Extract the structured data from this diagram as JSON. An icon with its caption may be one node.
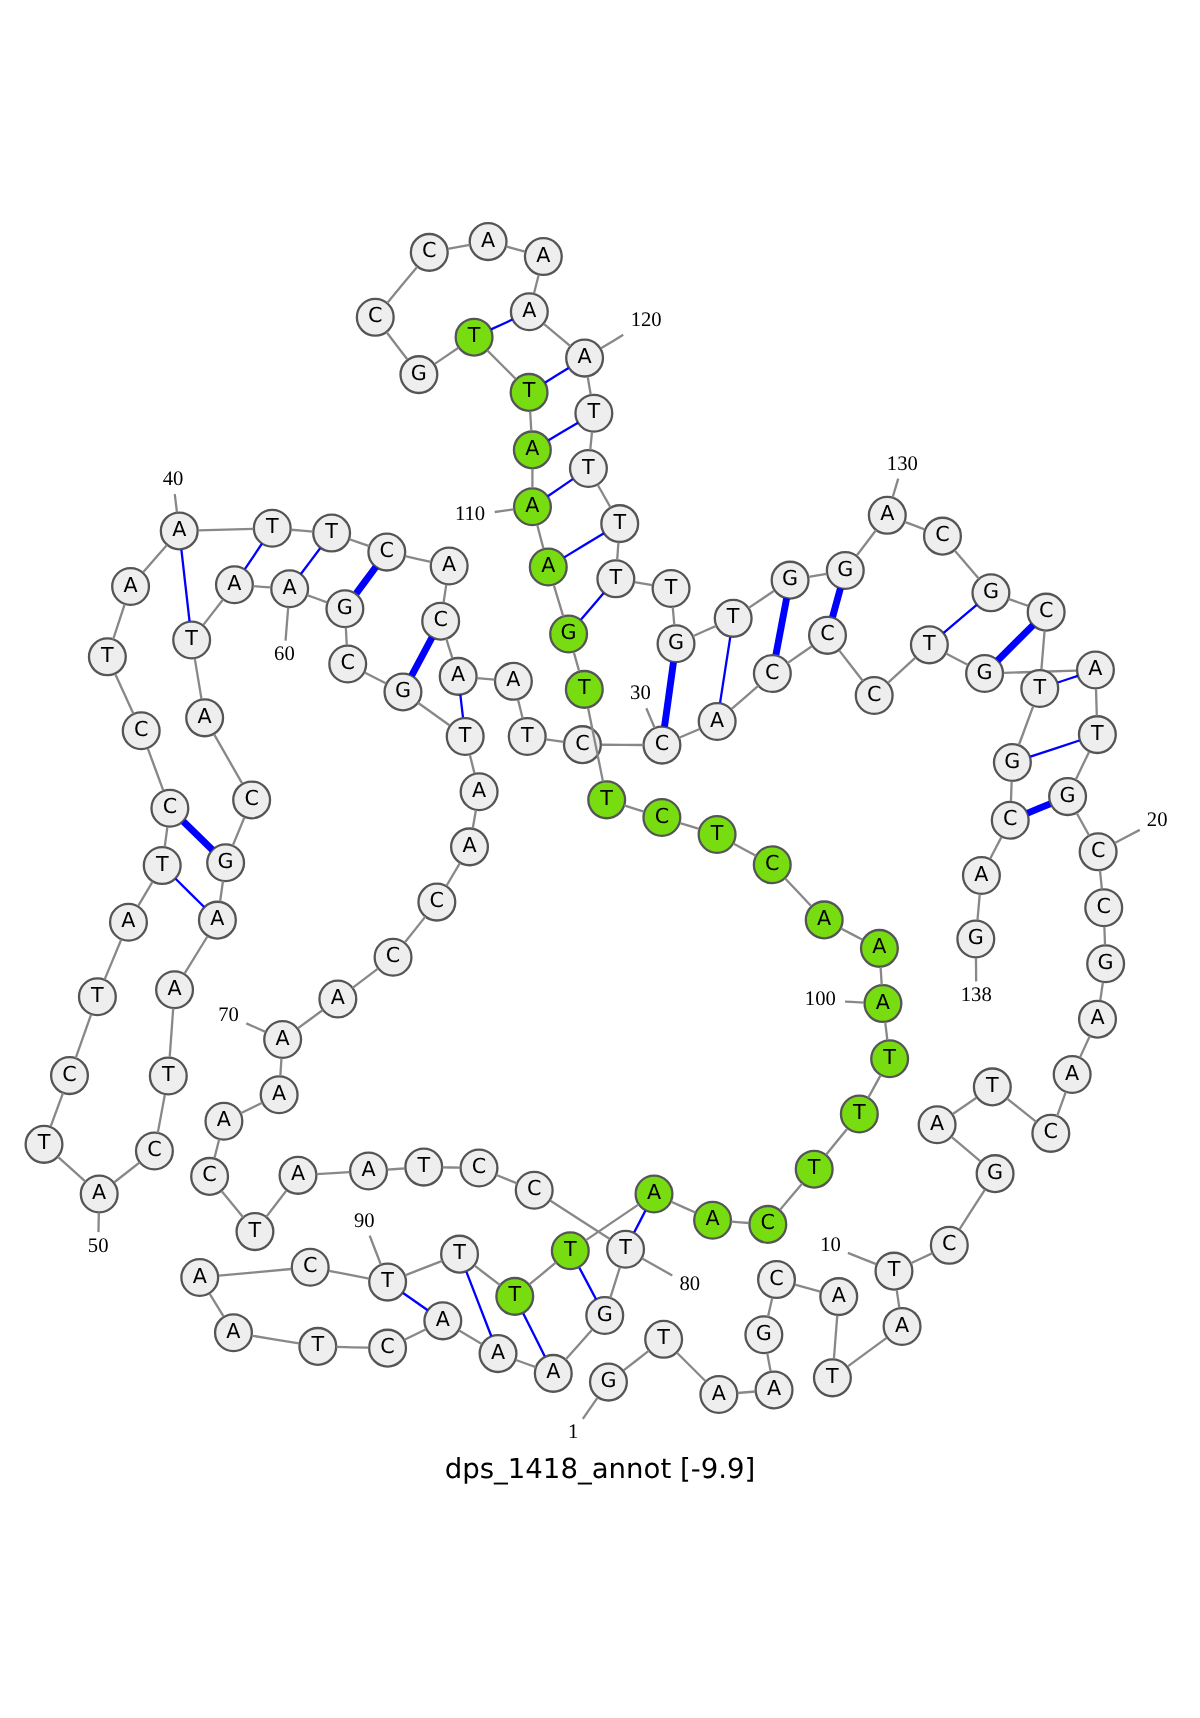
{
  "diagram": {
    "caption": "dps_1418_annot [-9.9]",
    "nodes": [
      {
        "text": [
          "G"
        ]
      },
      {
        "text": [
          "T"
        ]
      },
      {
        "text": [
          "A"
        ]
      },
      {
        "text": [
          "A"
        ]
      },
      {
        "text": [
          "G"
        ]
      },
      {
        "text": [
          "C"
        ]
      },
      {
        "text": [
          "A"
        ]
      },
      {
        "text": [
          "T"
        ]
      },
      {
        "text": [
          "A"
        ]
      },
      {
        "text": [
          "T"
        ]
      },
      {
        "text": [
          "C"
        ]
      },
      {
        "text": [
          "G"
        ]
      },
      {
        "text": [
          "A"
        ]
      },
      {
        "text": [
          "T"
        ]
      },
      {
        "text": [
          "C"
        ]
      },
      {
        "text": [
          "A"
        ]
      },
      {
        "text": [
          "A"
        ]
      },
      {
        "text": [
          "G"
        ]
      },
      {
        "text": [
          "C"
        ]
      },
      {
        "text": [
          "C"
        ]
      },
      {
        "text": [
          "G"
        ]
      },
      {
        "text": [
          "T"
        ]
      },
      {
        "text": [
          "A"
        ]
      },
      {
        "text": [
          "G"
        ]
      },
      {
        "text": [
          "T"
        ]
      },
      {
        "text": [
          "C"
        ]
      },
      {
        "text": [
          "C"
        ]
      },
      {
        "text": [
          "C"
        ]
      },
      {
        "text": [
          "A"
        ]
      },
      {
        "text": [
          "C"
        ]
      },
      {
        "text": [
          "C"
        ]
      },
      {
        "text": [
          "T"
        ]
      },
      {
        "text": [
          "A"
        ]
      },
      {
        "text": [
          "A"
        ]
      },
      {
        "text": [
          "C"
        ]
      },
      {
        "text": [
          "A"
        ]
      },
      {
        "text": [
          "C"
        ]
      },
      {
        "text": [
          "T"
        ]
      },
      {
        "text": [
          "T"
        ]
      },
      {
        "text": [
          "A"
        ]
      },
      {
        "text": [
          "A"
        ]
      },
      {
        "text": [
          "T"
        ]
      },
      {
        "text": [
          "C"
        ]
      },
      {
        "text": [
          "C"
        ]
      },
      {
        "text": [
          "T"
        ]
      },
      {
        "text": [
          "A"
        ]
      },
      {
        "text": [
          "T"
        ]
      },
      {
        "text": [
          "C"
        ]
      },
      {
        "text": [
          "T"
        ]
      },
      {
        "text": [
          "A"
        ]
      },
      {
        "text": [
          "C"
        ]
      },
      {
        "text": [
          "T"
        ]
      },
      {
        "text": [
          "A"
        ]
      },
      {
        "text": [
          "A"
        ]
      },
      {
        "text": [
          "G"
        ]
      },
      {
        "text": [
          "C"
        ]
      },
      {
        "text": [
          "A"
        ]
      },
      {
        "text": [
          "T"
        ]
      },
      {
        "text": [
          "A"
        ]
      },
      {
        "text": [
          "A"
        ]
      },
      {
        "text": [
          "G"
        ]
      },
      {
        "text": [
          "C"
        ]
      },
      {
        "text": [
          "G"
        ]
      },
      {
        "text": [
          "T"
        ]
      },
      {
        "text": [
          "A"
        ]
      },
      {
        "text": [
          "A"
        ]
      },
      {
        "text": [
          "C"
        ]
      },
      {
        "text": [
          "C"
        ]
      },
      {
        "text": [
          "A"
        ]
      },
      {
        "text": [
          "A"
        ]
      },
      {
        "text": [
          "A"
        ]
      },
      {
        "text": [
          "A"
        ]
      },
      {
        "text": [
          "C"
        ]
      },
      {
        "text": [
          "T"
        ]
      },
      {
        "text": [
          "A"
        ]
      },
      {
        "text": [
          "A"
        ]
      },
      {
        "text": [
          "T"
        ]
      },
      {
        "text": [
          "C"
        ]
      },
      {
        "text": [
          "C"
        ]
      },
      {
        "text": [
          "T"
        ]
      },
      {
        "text": [
          "G"
        ]
      },
      {
        "text": [
          "A"
        ]
      },
      {
        "text": [
          "A"
        ]
      },
      {
        "text": [
          "A"
        ]
      },
      {
        "text": [
          "C"
        ]
      },
      {
        "text": [
          "T"
        ]
      },
      {
        "text": [
          "A"
        ]
      },
      {
        "text": [
          "A"
        ]
      },
      {
        "text": [
          "C"
        ]
      },
      {
        "text": [
          "T"
        ]
      },
      {
        "text": [
          "T"
        ]
      },
      {
        "text": [
          "T"
        ]
      },
      {
        "text": [
          "T"
        ]
      },
      {
        "text": [
          "A"
        ]
      },
      {
        "text": [
          "A"
        ]
      },
      {
        "text": [
          "C"
        ]
      },
      {
        "text": [
          "T"
        ]
      },
      {
        "text": [
          "T"
        ]
      },
      {
        "text": [
          "T"
        ]
      },
      {
        "text": [
          "A"
        ]
      },
      {
        "text": [
          "A"
        ]
      },
      {
        "text": [
          "A"
        ]
      },
      {
        "text": [
          "C"
        ]
      },
      {
        "text": [
          "T"
        ]
      },
      {
        "text": [
          "C"
        ]
      },
      {
        "text": [
          "T"
        ]
      },
      {
        "text": [
          "T"
        ]
      },
      {
        "text": [
          "G"
        ]
      },
      {
        "text": [
          "A"
        ]
      },
      {
        "text": [
          "A"
        ]
      },
      {
        "text": [
          "A"
        ]
      },
      {
        "text": [
          "T"
        ]
      },
      {
        "text": [
          "T"
        ]
      },
      {
        "text": [
          "G"
        ]
      },
      {
        "text": [
          "C"
        ]
      },
      {
        "text": [
          "C"
        ]
      },
      {
        "text": [
          "A"
        ]
      },
      {
        "text": [
          "A"
        ]
      },
      {
        "text": [
          "A"
        ]
      },
      {
        "text": [
          "A"
        ]
      },
      {
        "text": [
          "T"
        ]
      },
      {
        "text": [
          "T"
        ]
      },
      {
        "text": [
          "T"
        ]
      },
      {
        "text": [
          "T"
        ]
      },
      {
        "text": [
          "T"
        ]
      },
      {
        "text": [
          "G"
        ]
      },
      {
        "text": [
          "T"
        ]
      },
      {
        "text": [
          "G"
        ]
      },
      {
        "text": [
          "G"
        ]
      },
      {
        "text": [
          "A"
        ]
      },
      {
        "text": [
          "C"
        ]
      },
      {
        "text": [
          "G"
        ]
      },
      {
        "text": [
          "C"
        ]
      },
      {
        "text": [
          "T"
        ]
      },
      {
        "text": [
          "G"
        ]
      },
      {
        "text": [
          "C"
        ]
      },
      {
        "text": [
          "A"
        ]
      },
      {
        "text": [
          "G"
        ]
      },
      {
        "text": [
          "1"
        ]
      },
      {
        "text": [
          "10"
        ]
      },
      {
        "text": [
          "20"
        ]
      },
      {
        "text": [
          "30"
        ]
      },
      {
        "text": [
          "40"
        ]
      },
      {
        "text": [
          "50"
        ]
      },
      {
        "text": [
          "60"
        ]
      },
      {
        "text": [
          "70"
        ]
      },
      {
        "text": [
          "80"
        ]
      },
      {
        "text": [
          "90"
        ]
      },
      {
        "text": [
          "100"
        ]
      },
      {
        "text": [
          "110"
        ]
      },
      {
        "text": [
          "120"
        ]
      },
      {
        "text": [
          "130"
        ]
      },
      {
        "text": [
          "138"
        ]
      }
    ],
    "edges": [
      {
        "from": 0,
        "to": 1,
        "arrow": "none"
      },
      {
        "from": 1,
        "to": 2,
        "arrow": "none"
      },
      {
        "from": 2,
        "to": 3,
        "arrow": "none"
      },
      {
        "from": 3,
        "to": 4,
        "arrow": "none"
      },
      {
        "from": 4,
        "to": 5,
        "arrow": "none"
      },
      {
        "from": 5,
        "to": 6,
        "arrow": "none"
      },
      {
        "from": 6,
        "to": 7,
        "arrow": "none"
      },
      {
        "from": 7,
        "to": 8,
        "arrow": "none"
      },
      {
        "from": 8,
        "to": 9,
        "arrow": "none"
      },
      {
        "from": 9,
        "to": 10,
        "arrow": "none"
      },
      {
        "from": 10,
        "to": 11,
        "arrow": "none"
      },
      {
        "from": 11,
        "to": 12,
        "arrow": "none"
      },
      {
        "from": 12,
        "to": 13,
        "arrow": "none"
      },
      {
        "from": 13,
        "to": 14,
        "arrow": "none"
      },
      {
        "from": 14,
        "to": 15,
        "arrow": "none"
      },
      {
        "from": 15,
        "to": 16,
        "arrow": "none"
      },
      {
        "from": 16,
        "to": 17,
        "arrow": "none"
      },
      {
        "from": 17,
        "to": 18,
        "arrow": "none"
      },
      {
        "from": 18,
        "to": 19,
        "arrow": "none"
      },
      {
        "from": 19,
        "to": 20,
        "arrow": "none"
      },
      {
        "from": 20,
        "to": 21,
        "arrow": "none"
      },
      {
        "from": 21,
        "to": 22,
        "arrow": "none"
      },
      {
        "from": 22,
        "to": 23,
        "arrow": "none"
      },
      {
        "from": 23,
        "to": 24,
        "arrow": "none"
      },
      {
        "from": 24,
        "to": 25,
        "arrow": "none"
      },
      {
        "from": 25,
        "to": 26,
        "arrow": "none"
      },
      {
        "from": 26,
        "to": 27,
        "arrow": "none"
      },
      {
        "from": 27,
        "to": 28,
        "arrow": "none"
      },
      {
        "from": 28,
        "to": 29,
        "arrow": "none"
      },
      {
        "from": 29,
        "to": 30,
        "arrow": "none"
      },
      {
        "from": 30,
        "to": 31,
        "arrow": "none"
      },
      {
        "from": 31,
        "to": 32,
        "arrow": "none"
      },
      {
        "from": 32,
        "to": 33,
        "arrow": "none"
      },
      {
        "from": 33,
        "to": 34,
        "arrow": "none"
      },
      {
        "from": 34,
        "to": 35,
        "arrow": "none"
      },
      {
        "from": 35,
        "to": 36,
        "arrow": "none"
      },
      {
        "from": 36,
        "to": 37,
        "arrow": "none"
      },
      {
        "from": 37,
        "to": 38,
        "arrow": "none"
      },
      {
        "from": 38,
        "to": 39,
        "arrow": "none"
      },
      {
        "from": 39,
        "to": 40,
        "arrow": "none"
      },
      {
        "from": 40,
        "to": 41,
        "arrow": "none"
      },
      {
        "from": 41,
        "to": 42,
        "arrow": "none"
      },
      {
        "from": 42,
        "to": 43,
        "arrow": "none"
      },
      {
        "from": 43,
        "to": 44,
        "arrow": "none"
      },
      {
        "from": 44,
        "to": 45,
        "arrow": "none"
      },
      {
        "from": 45,
        "to": 46,
        "arrow": "none"
      },
      {
        "from": 46,
        "to": 47,
        "arrow": "none"
      },
      {
        "from": 47,
        "to": 48,
        "arrow": "none"
      },
      {
        "from": 48,
        "to": 49,
        "arrow": "none"
      },
      {
        "from": 49,
        "to": 50,
        "arrow": "none"
      },
      {
        "from": 50,
        "to": 51,
        "arrow": "none"
      },
      {
        "from": 51,
        "to": 52,
        "arrow": "none"
      },
      {
        "from": 52,
        "to": 53,
        "arrow": "none"
      },
      {
        "from": 53,
        "to": 54,
        "arrow": "none"
      },
      {
        "from": 54,
        "to": 55,
        "arrow": "none"
      },
      {
        "from": 55,
        "to": 56,
        "arrow": "none"
      },
      {
        "from": 56,
        "to": 57,
        "arrow": "none"
      },
      {
        "from": 57,
        "to": 58,
        "arrow": "none"
      },
      {
        "from": 58,
        "to": 59,
        "arrow": "none"
      },
      {
        "from": 59,
        "to": 60,
        "arrow": "none"
      },
      {
        "from": 60,
        "to": 61,
        "arrow": "none"
      },
      {
        "from": 61,
        "to": 62,
        "arrow": "none"
      },
      {
        "from": 62,
        "to": 63,
        "arrow": "none"
      },
      {
        "from": 63,
        "to": 64,
        "arrow": "none"
      },
      {
        "from": 64,
        "to": 65,
        "arrow": "none"
      },
      {
        "from": 65,
        "to": 66,
        "arrow": "none"
      },
      {
        "from": 66,
        "to": 67,
        "arrow": "none"
      },
      {
        "from": 67,
        "to": 68,
        "arrow": "none"
      },
      {
        "from": 68,
        "to": 69,
        "arrow": "none"
      },
      {
        "from": 69,
        "to": 70,
        "arrow": "none"
      },
      {
        "from": 70,
        "to": 71,
        "arrow": "none"
      },
      {
        "from": 71,
        "to": 72,
        "arrow": "none"
      },
      {
        "from": 72,
        "to": 73,
        "arrow": "none"
      },
      {
        "from": 73,
        "to": 74,
        "arrow": "none"
      },
      {
        "from": 74,
        "to": 75,
        "arrow": "none"
      },
      {
        "from": 75,
        "to": 76,
        "arrow": "none"
      },
      {
        "from": 76,
        "to": 77,
        "arrow": "none"
      },
      {
        "from": 77,
        "to": 78,
        "arrow": "none"
      },
      {
        "from": 78,
        "to": 79,
        "arrow": "none"
      },
      {
        "from": 79,
        "to": 80,
        "arrow": "none"
      },
      {
        "from": 80,
        "to": 81,
        "arrow": "none"
      },
      {
        "from": 81,
        "to": 82,
        "arrow": "none"
      },
      {
        "from": 82,
        "to": 83,
        "arrow": "none"
      },
      {
        "from": 83,
        "to": 84,
        "arrow": "none"
      },
      {
        "from": 84,
        "to": 85,
        "arrow": "none"
      },
      {
        "from": 85,
        "to": 86,
        "arrow": "none"
      },
      {
        "from": 86,
        "to": 87,
        "arrow": "none"
      },
      {
        "from": 87,
        "to": 88,
        "arrow": "none"
      },
      {
        "from": 88,
        "to": 89,
        "arrow": "none"
      },
      {
        "from": 89,
        "to": 90,
        "arrow": "none"
      },
      {
        "from": 90,
        "to": 91,
        "arrow": "none"
      },
      {
        "from": 91,
        "to": 92,
        "arrow": "none"
      },
      {
        "from": 92,
        "to": 93,
        "arrow": "none"
      },
      {
        "from": 93,
        "to": 94,
        "arrow": "none"
      },
      {
        "from": 94,
        "to": 95,
        "arrow": "none"
      },
      {
        "from": 95,
        "to": 96,
        "arrow": "none"
      },
      {
        "from": 96,
        "to": 97,
        "arrow": "none"
      },
      {
        "from": 97,
        "to": 98,
        "arrow": "none"
      },
      {
        "from": 98,
        "to": 99,
        "arrow": "none"
      },
      {
        "from": 99,
        "to": 100,
        "arrow": "none"
      },
      {
        "from": 100,
        "to": 101,
        "arrow": "none"
      },
      {
        "from": 101,
        "to": 102,
        "arrow": "none"
      },
      {
        "from": 102,
        "to": 103,
        "arrow": "none"
      },
      {
        "from": 103,
        "to": 104,
        "arrow": "none"
      },
      {
        "from": 104,
        "to": 105,
        "arrow": "none"
      },
      {
        "from": 105,
        "to": 106,
        "arrow": "none"
      },
      {
        "from": 106,
        "to": 107,
        "arrow": "none"
      },
      {
        "from": 107,
        "to": 108,
        "arrow": "none"
      },
      {
        "from": 108,
        "to": 109,
        "arrow": "none"
      },
      {
        "from": 109,
        "to": 110,
        "arrow": "none"
      },
      {
        "from": 110,
        "to": 111,
        "arrow": "none"
      },
      {
        "from": 111,
        "to": 112,
        "arrow": "none"
      },
      {
        "from": 112,
        "to": 113,
        "arrow": "none"
      },
      {
        "from": 113,
        "to": 114,
        "arrow": "none"
      },
      {
        "from": 114,
        "to": 115,
        "arrow": "none"
      },
      {
        "from": 115,
        "to": 116,
        "arrow": "none"
      },
      {
        "from": 116,
        "to": 117,
        "arrow": "none"
      },
      {
        "from": 117,
        "to": 118,
        "arrow": "none"
      },
      {
        "from": 118,
        "to": 119,
        "arrow": "none"
      },
      {
        "from": 119,
        "to": 120,
        "arrow": "none"
      },
      {
        "from": 120,
        "to": 121,
        "arrow": "none"
      },
      {
        "from": 121,
        "to": 122,
        "arrow": "none"
      },
      {
        "from": 122,
        "to": 123,
        "arrow": "none"
      },
      {
        "from": 123,
        "to": 124,
        "arrow": "none"
      },
      {
        "from": 124,
        "to": 125,
        "arrow": "none"
      },
      {
        "from": 125,
        "to": 126,
        "arrow": "none"
      },
      {
        "from": 126,
        "to": 127,
        "arrow": "none"
      },
      {
        "from": 127,
        "to": 128,
        "arrow": "none"
      },
      {
        "from": 128,
        "to": 129,
        "arrow": "none"
      },
      {
        "from": 129,
        "to": 130,
        "arrow": "none"
      },
      {
        "from": 130,
        "to": 131,
        "arrow": "none"
      },
      {
        "from": 131,
        "to": 132,
        "arrow": "none"
      },
      {
        "from": 132,
        "to": 133,
        "arrow": "none"
      },
      {
        "from": 133,
        "to": 134,
        "arrow": "none"
      },
      {
        "from": 134,
        "to": 135,
        "arrow": "none"
      },
      {
        "from": 135,
        "to": 136,
        "arrow": "none"
      },
      {
        "from": 136,
        "to": 137,
        "arrow": "none"
      },
      {
        "from": 20,
        "to": 135,
        "arrow": "none",
        "style": "thick",
        "color": "#0000ff"
      },
      {
        "from": 21,
        "to": 134,
        "arrow": "none",
        "color": "#0000ff"
      },
      {
        "from": 22,
        "to": 133,
        "arrow": "none",
        "color": "#0000ff"
      },
      {
        "from": 23,
        "to": 132,
        "arrow": "none",
        "style": "thick",
        "color": "#0000ff"
      },
      {
        "from": 24,
        "to": 131,
        "arrow": "none",
        "color": "#0000ff"
      },
      {
        "from": 26,
        "to": 128,
        "arrow": "none",
        "style": "thick",
        "color": "#0000ff"
      },
      {
        "from": 27,
        "to": 127,
        "arrow": "none",
        "style": "thick",
        "color": "#0000ff"
      },
      {
        "from": 28,
        "to": 126,
        "arrow": "none",
        "color": "#0000ff"
      },
      {
        "from": 29,
        "to": 125,
        "arrow": "none",
        "style": "thick",
        "color": "#0000ff"
      },
      {
        "from": 33,
        "to": 63,
        "arrow": "none",
        "color": "#0000ff"
      },
      {
        "from": 34,
        "to": 62,
        "arrow": "none",
        "style": "thick",
        "color": "#0000ff"
      },
      {
        "from": 36,
        "to": 60,
        "arrow": "none",
        "style": "thick",
        "color": "#0000ff"
      },
      {
        "from": 37,
        "to": 59,
        "arrow": "none",
        "color": "#0000ff"
      },
      {
        "from": 38,
        "to": 58,
        "arrow": "none",
        "color": "#0000ff"
      },
      {
        "from": 39,
        "to": 57,
        "arrow": "none",
        "color": "#0000ff"
      },
      {
        "from": 43,
        "to": 54,
        "arrow": "none",
        "style": "thick",
        "color": "#0000ff"
      },
      {
        "from": 44,
        "to": 53,
        "arrow": "none",
        "color": "#0000ff"
      },
      {
        "from": 79,
        "to": 93,
        "arrow": "none",
        "color": "#0000ff"
      },
      {
        "from": 80,
        "to": 92,
        "arrow": "none",
        "color": "#0000ff"
      },
      {
        "from": 81,
        "to": 91,
        "arrow": "none",
        "color": "#0000ff"
      },
      {
        "from": 82,
        "to": 90,
        "arrow": "none",
        "color": "#0000ff"
      },
      {
        "from": 83,
        "to": 89,
        "arrow": "none",
        "color": "#0000ff"
      },
      {
        "from": 107,
        "to": 123,
        "arrow": "none",
        "color": "#0000ff"
      },
      {
        "from": 108,
        "to": 122,
        "arrow": "none",
        "color": "#0000ff"
      },
      {
        "from": 109,
        "to": 121,
        "arrow": "none",
        "color": "#0000ff"
      },
      {
        "from": 110,
        "to": 120,
        "arrow": "none",
        "color": "#0000ff"
      },
      {
        "from": 111,
        "to": 119,
        "arrow": "none",
        "color": "#0000ff"
      },
      {
        "from": 112,
        "to": 118,
        "arrow": "none",
        "color": "#0000ff"
      },
      {
        "from": 138,
        "to": 0,
        "arrow": "none"
      },
      {
        "from": 139,
        "to": 9,
        "arrow": "none"
      },
      {
        "from": 140,
        "to": 19,
        "arrow": "none"
      },
      {
        "from": 141,
        "to": 29,
        "arrow": "none"
      },
      {
        "from": 142,
        "to": 39,
        "arrow": "none"
      },
      {
        "from": 143,
        "to": 49,
        "arrow": "none"
      },
      {
        "from": 144,
        "to": 59,
        "arrow": "none"
      },
      {
        "from": 145,
        "to": 69,
        "arrow": "none"
      },
      {
        "from": 146,
        "to": 79,
        "arrow": "none"
      },
      {
        "from": 147,
        "to": 89,
        "arrow": "none"
      },
      {
        "from": 148,
        "to": 99,
        "arrow": "none"
      },
      {
        "from": 149,
        "to": 109,
        "arrow": "none"
      },
      {
        "from": 150,
        "to": 119,
        "arrow": "none"
      },
      {
        "from": 151,
        "to": 129,
        "arrow": "none"
      },
      {
        "from": 152,
        "to": 137,
        "arrow": "none"
      }
    ]
  }
}
